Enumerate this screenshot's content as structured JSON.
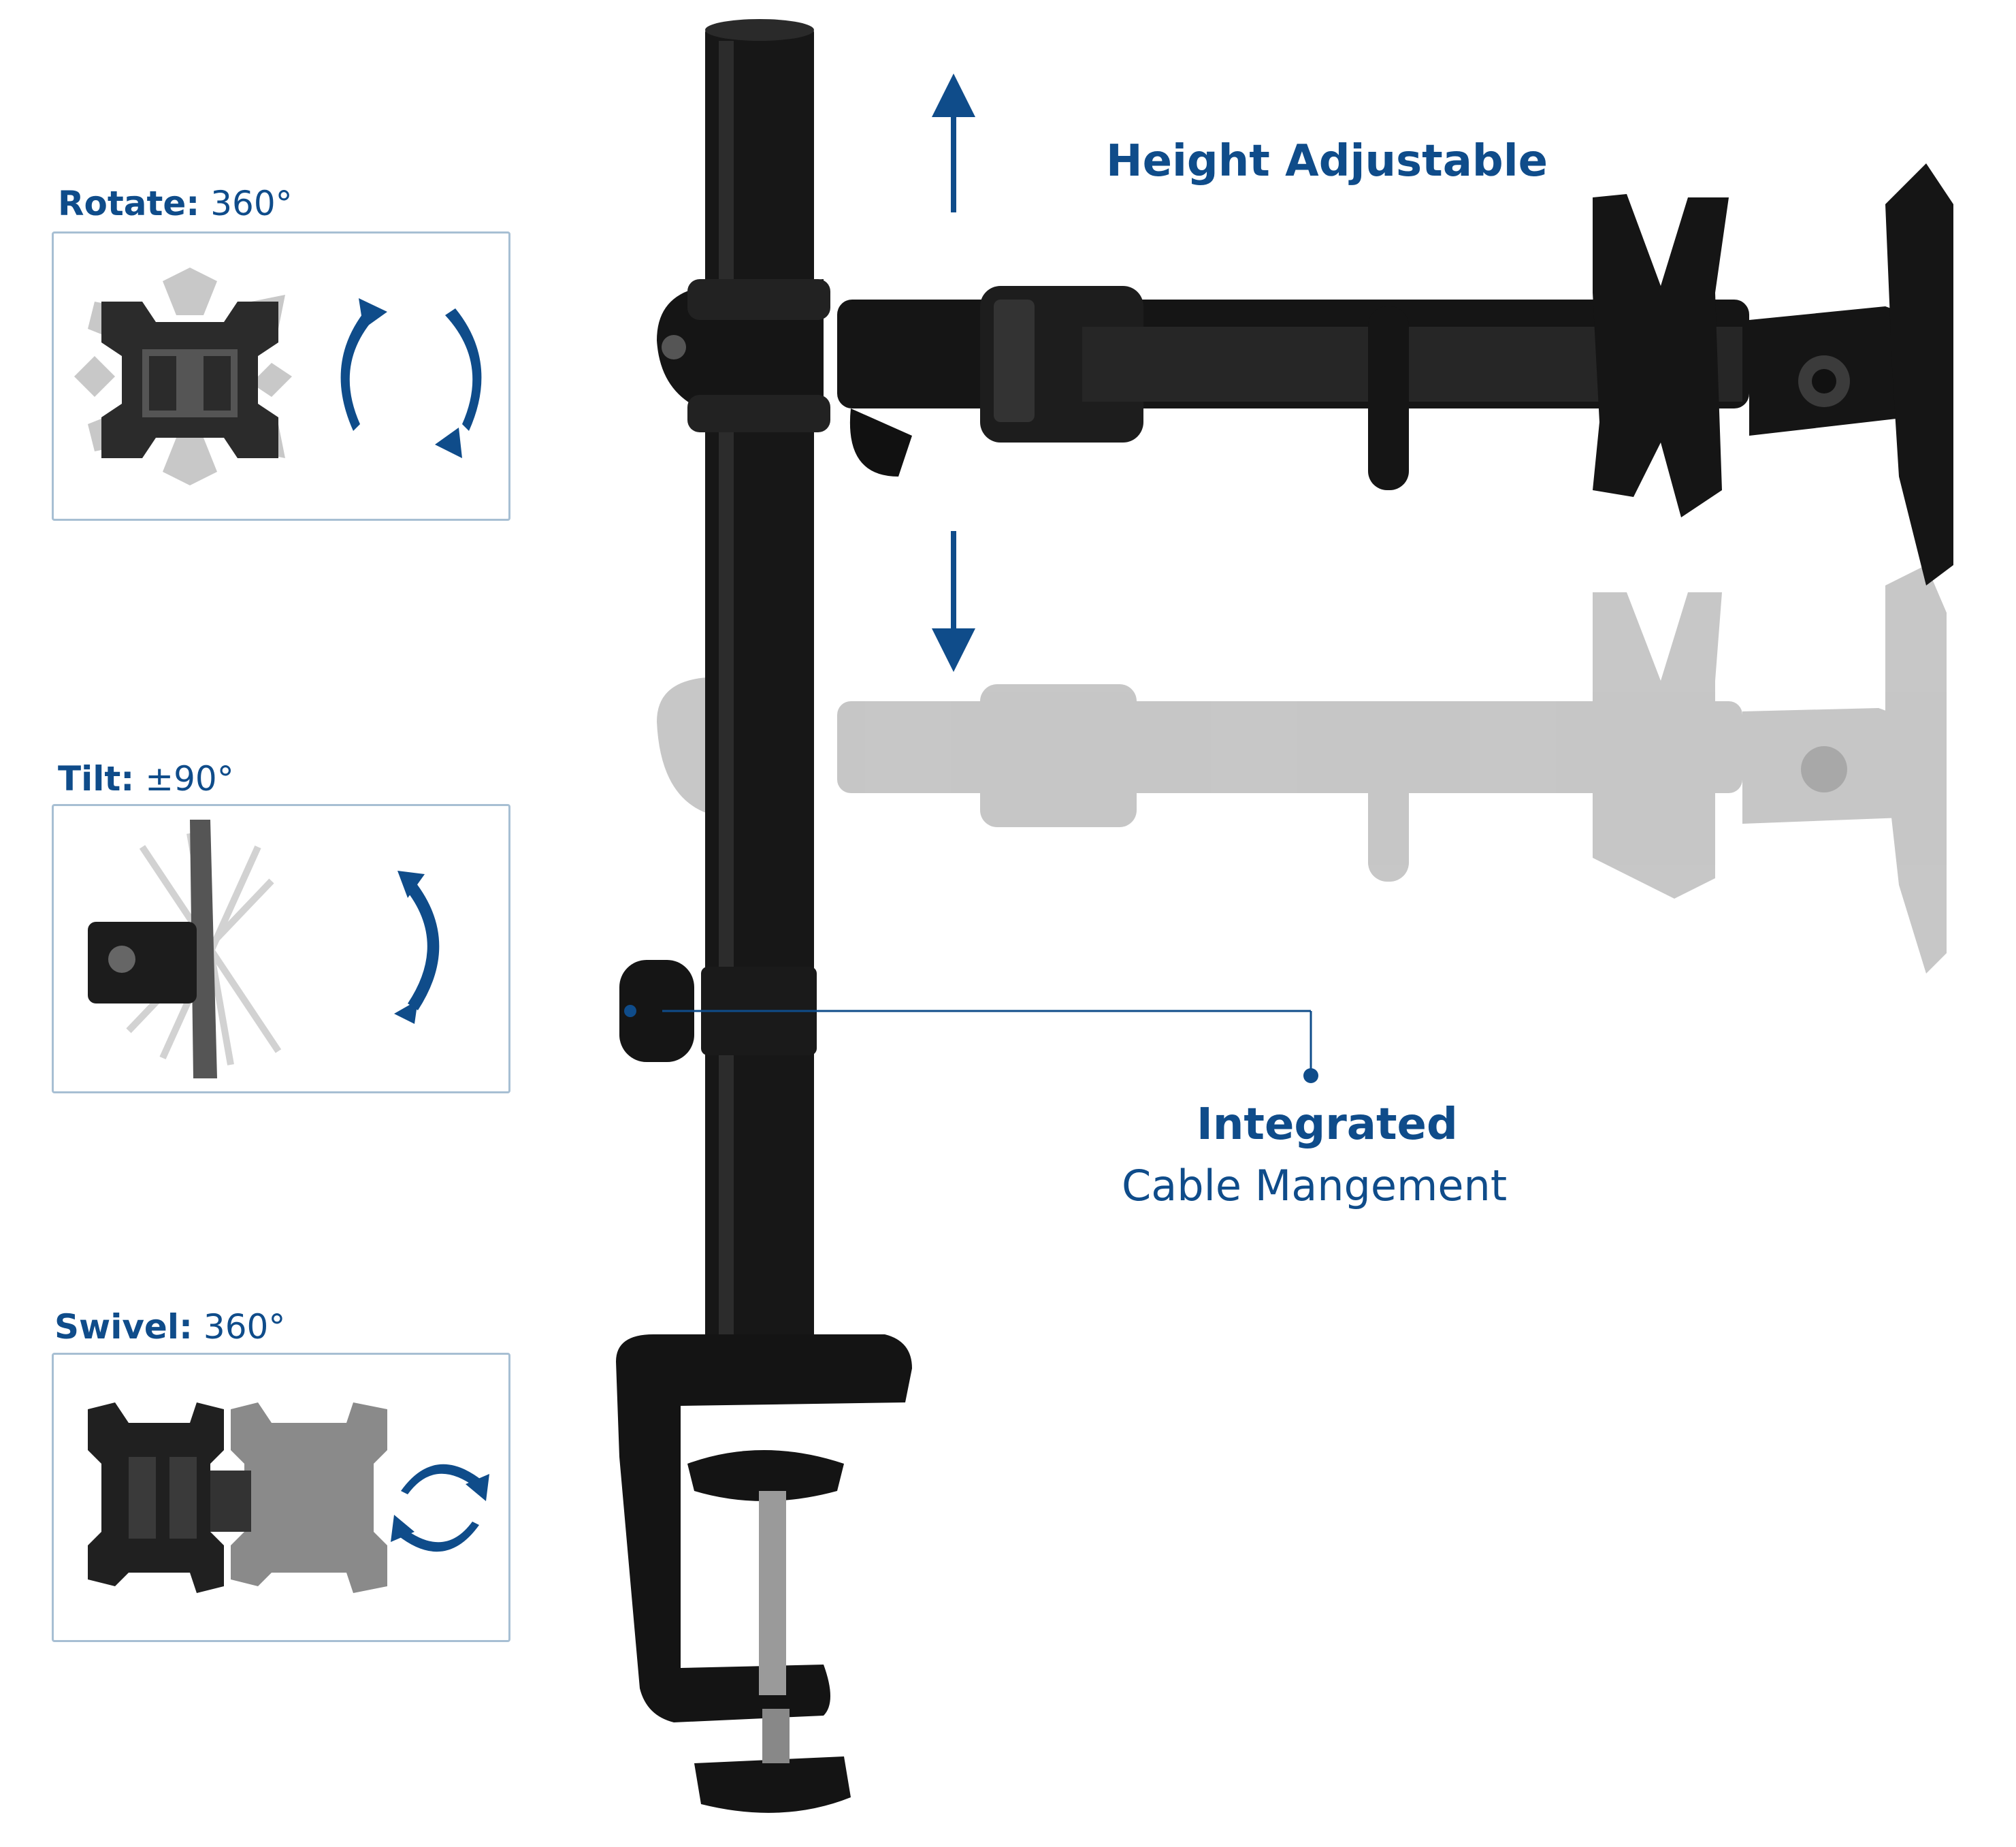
{
  "colors": {
    "brand_blue": "#0f4c8a",
    "panel_border": "#a7bfd3",
    "mount_black": "#141414",
    "ghost_gray": "#b9b9b9"
  },
  "features": {
    "rotate": {
      "label": "Rotate:",
      "value": "360°",
      "icon": "rotate-arrows-icon"
    },
    "tilt": {
      "label": "Tilt:",
      "value": "±90°",
      "icon": "tilt-arrow-icon"
    },
    "swivel": {
      "label": "Swivel:",
      "value": "360°",
      "icon": "swivel-arrows-icon"
    }
  },
  "callouts": {
    "height": {
      "title": "Height Adjustable"
    },
    "cable": {
      "title": "Integrated",
      "subtitle": "Cable Mangement"
    }
  }
}
